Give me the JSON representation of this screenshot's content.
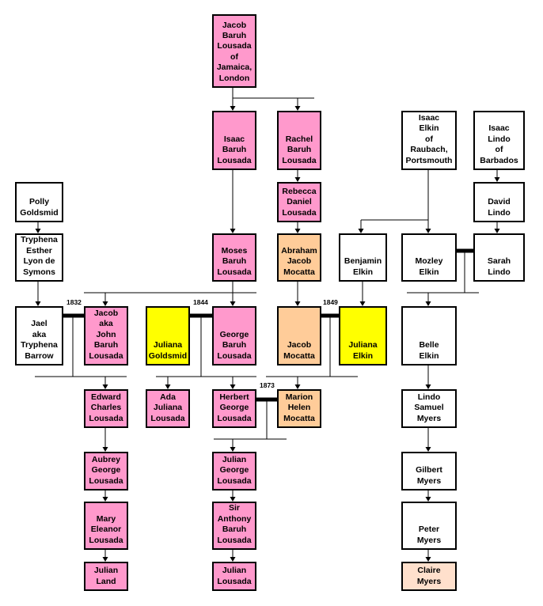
{
  "colors": {
    "lousada": "#ff99cc",
    "goldsmid_elkin": "#ffff00",
    "mocatta": "#ffcc99",
    "claire": "#ffe0cc",
    "plain": "#ffffff",
    "line": "#000000"
  },
  "people": {
    "jacob_baruh_lousada": [
      "Jacob",
      "Baruh",
      "Lousada",
      "of",
      "Jamaica,",
      "London"
    ],
    "isaac_baruh_lousada": [
      "Isaac",
      "Baruh",
      "Lousada"
    ],
    "rachel_baruh_lousada": [
      "Rachel",
      "Baruh",
      "Lousada"
    ],
    "rebecca_daniel_lousada": [
      "Rebecca",
      "Daniel",
      "Lousada"
    ],
    "isaac_elkin": [
      "Isaac",
      "Elkin",
      "of",
      "Raubach,",
      "Portsmouth"
    ],
    "isaac_lindo": [
      "Isaac",
      "Lindo",
      "of",
      "Barbados"
    ],
    "david_lindo": [
      "David",
      "Lindo"
    ],
    "polly_goldsmid": [
      "Polly",
      "Goldsmid"
    ],
    "tryphena_esther": [
      "Tryphena",
      "Esther",
      "Lyon de",
      "Symons"
    ],
    "moses_baruh_lousada": [
      "Moses",
      "Baruh",
      "Lousada"
    ],
    "abraham_jacob_mocatta": [
      "Abraham",
      "Jacob",
      "Mocatta"
    ],
    "benjamin_elkin": [
      "Benjamin",
      "Elkin"
    ],
    "mozley_elkin": [
      "Mozley",
      "Elkin"
    ],
    "sarah_lindo": [
      "Sarah",
      "Lindo"
    ],
    "jael_barrow": [
      "Jael",
      "aka",
      "Tryphena",
      "Barrow"
    ],
    "jacob_john_lousada": [
      "Jacob",
      "aka",
      "John",
      "Baruh",
      "Lousada"
    ],
    "juliana_goldsmid": [
      "Juliana",
      "Goldsmid"
    ],
    "george_baruh_lousada": [
      "George",
      "Baruh",
      "Lousada"
    ],
    "jacob_mocatta": [
      "Jacob",
      "Mocatta"
    ],
    "juliana_elkin": [
      "Juliana",
      "Elkin"
    ],
    "belle_elkin": [
      "Belle",
      "Elkin"
    ],
    "edward_charles_lousada": [
      "Edward",
      "Charles",
      "Lousada"
    ],
    "ada_juliana_lousada": [
      "Ada",
      "Juliana",
      "Lousada"
    ],
    "herbert_george_lousada": [
      "Herbert",
      "George",
      "Lousada"
    ],
    "marion_helen_mocatta": [
      "Marion",
      "Helen",
      "Mocatta"
    ],
    "lindo_samuel_myers": [
      "Lindo",
      "Samuel",
      "Myers"
    ],
    "aubrey_george_lousada": [
      "Aubrey",
      "George",
      "Lousada"
    ],
    "julian_george_lousada": [
      "Julian",
      "George",
      "Lousada"
    ],
    "gilbert_myers": [
      "Gilbert",
      "Myers"
    ],
    "mary_eleanor_lousada": [
      "Mary",
      "Eleanor",
      "Lousada"
    ],
    "anthony_baruh_lousada": [
      "Sir",
      "Anthony",
      "Baruh",
      "Lousada"
    ],
    "peter_myers": [
      "Peter",
      "Myers"
    ],
    "julian_land": [
      "Julian",
      "Land"
    ],
    "julian_lousada": [
      "Julian",
      "Lousada"
    ],
    "claire_myers": [
      "Claire",
      "Myers"
    ]
  },
  "marriage_years": {
    "m1832": "1832",
    "m1844": "1844",
    "m1849": "1849",
    "m1873": "1873"
  }
}
